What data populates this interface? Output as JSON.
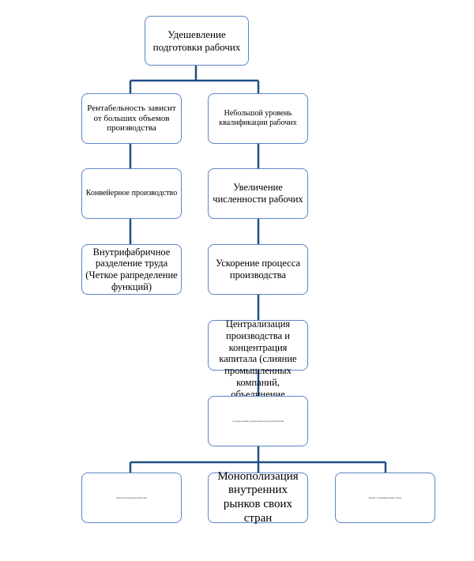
{
  "colors": {
    "box_border": "#5b86c8",
    "connector": "#1f4f82",
    "text": "#000000"
  },
  "nodes": {
    "root": "Удешевление подготовки рабочих",
    "rent": "Рентабельность зависит  от больших объемов производства",
    "low_qual": "Небольшой уровень квалификации рабочих",
    "conveyor": "Конвейерное производство",
    "staff_growth": "Увеличение численности рабочих",
    "intra_factory": "Внутрифабричное разделение труда (Четкое рапределение функций)",
    "acceleration": "Ускорение процесса производства",
    "centralization": "Централизация производства и концентрация капитала (слияние промышленных компаний, объединение капитала с банковским капиталом)",
    "middle": "Сосредоточение в руках немногих производителей",
    "bottom_left": "Монополизация производства",
    "monopolization": "Монополизация внутренних рынков своих стран",
    "bottom_right": "Борьба за внешние рынки сбыта"
  }
}
